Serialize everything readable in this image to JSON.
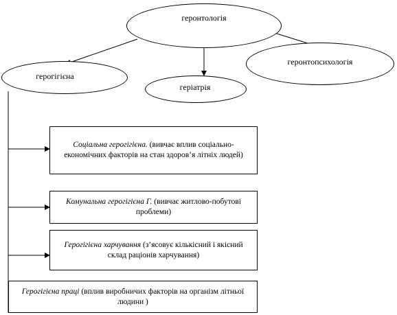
{
  "nodes": {
    "root": "геронтологія",
    "left": "герогігієна",
    "middle": "геріатрія",
    "right": "геронтопсихологія"
  },
  "boxes": [
    {
      "title": "Соціальна герогігієна.",
      "desc": " (вивчає вплив соціально-економічних факторів  на стан здоров’я літніх людей)"
    },
    {
      "title": "Комунальна герогігієна Г.",
      "desc": " (вивчає житлово-побутові проблеми)"
    },
    {
      "title": "Герогігієна харчування",
      "desc": " (з’ясовує кількісний  і якісний склад раціонів харчування)"
    },
    {
      "title": "Герогігієна праці",
      "desc": " (вплив виробничих факторів на організм літньої людини )"
    }
  ]
}
